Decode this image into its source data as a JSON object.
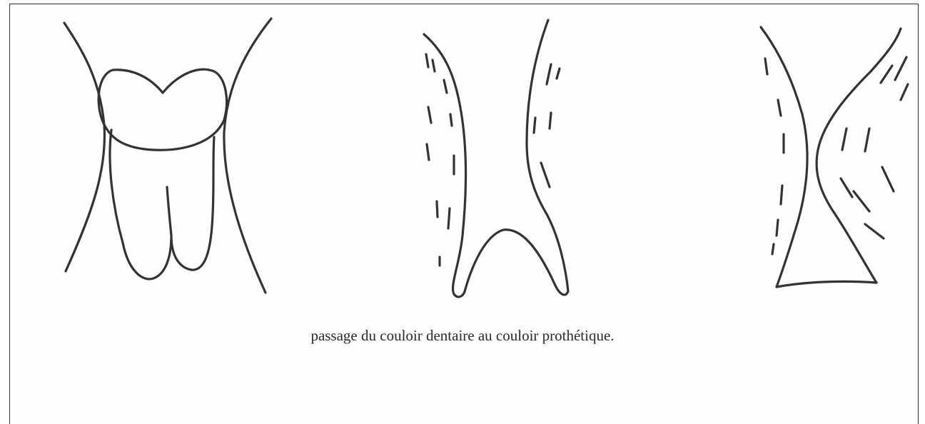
{
  "caption": "passage du couloir dentaire au couloir prothétique.",
  "colors": {
    "ink": "#333333",
    "paper": "#ffffff",
    "frame": "#333333"
  },
  "panels": [
    {
      "name": "molar-with-dental-corridor"
    },
    {
      "name": "edentulous-ridge-corridor"
    },
    {
      "name": "prosthetic-corridor"
    }
  ]
}
